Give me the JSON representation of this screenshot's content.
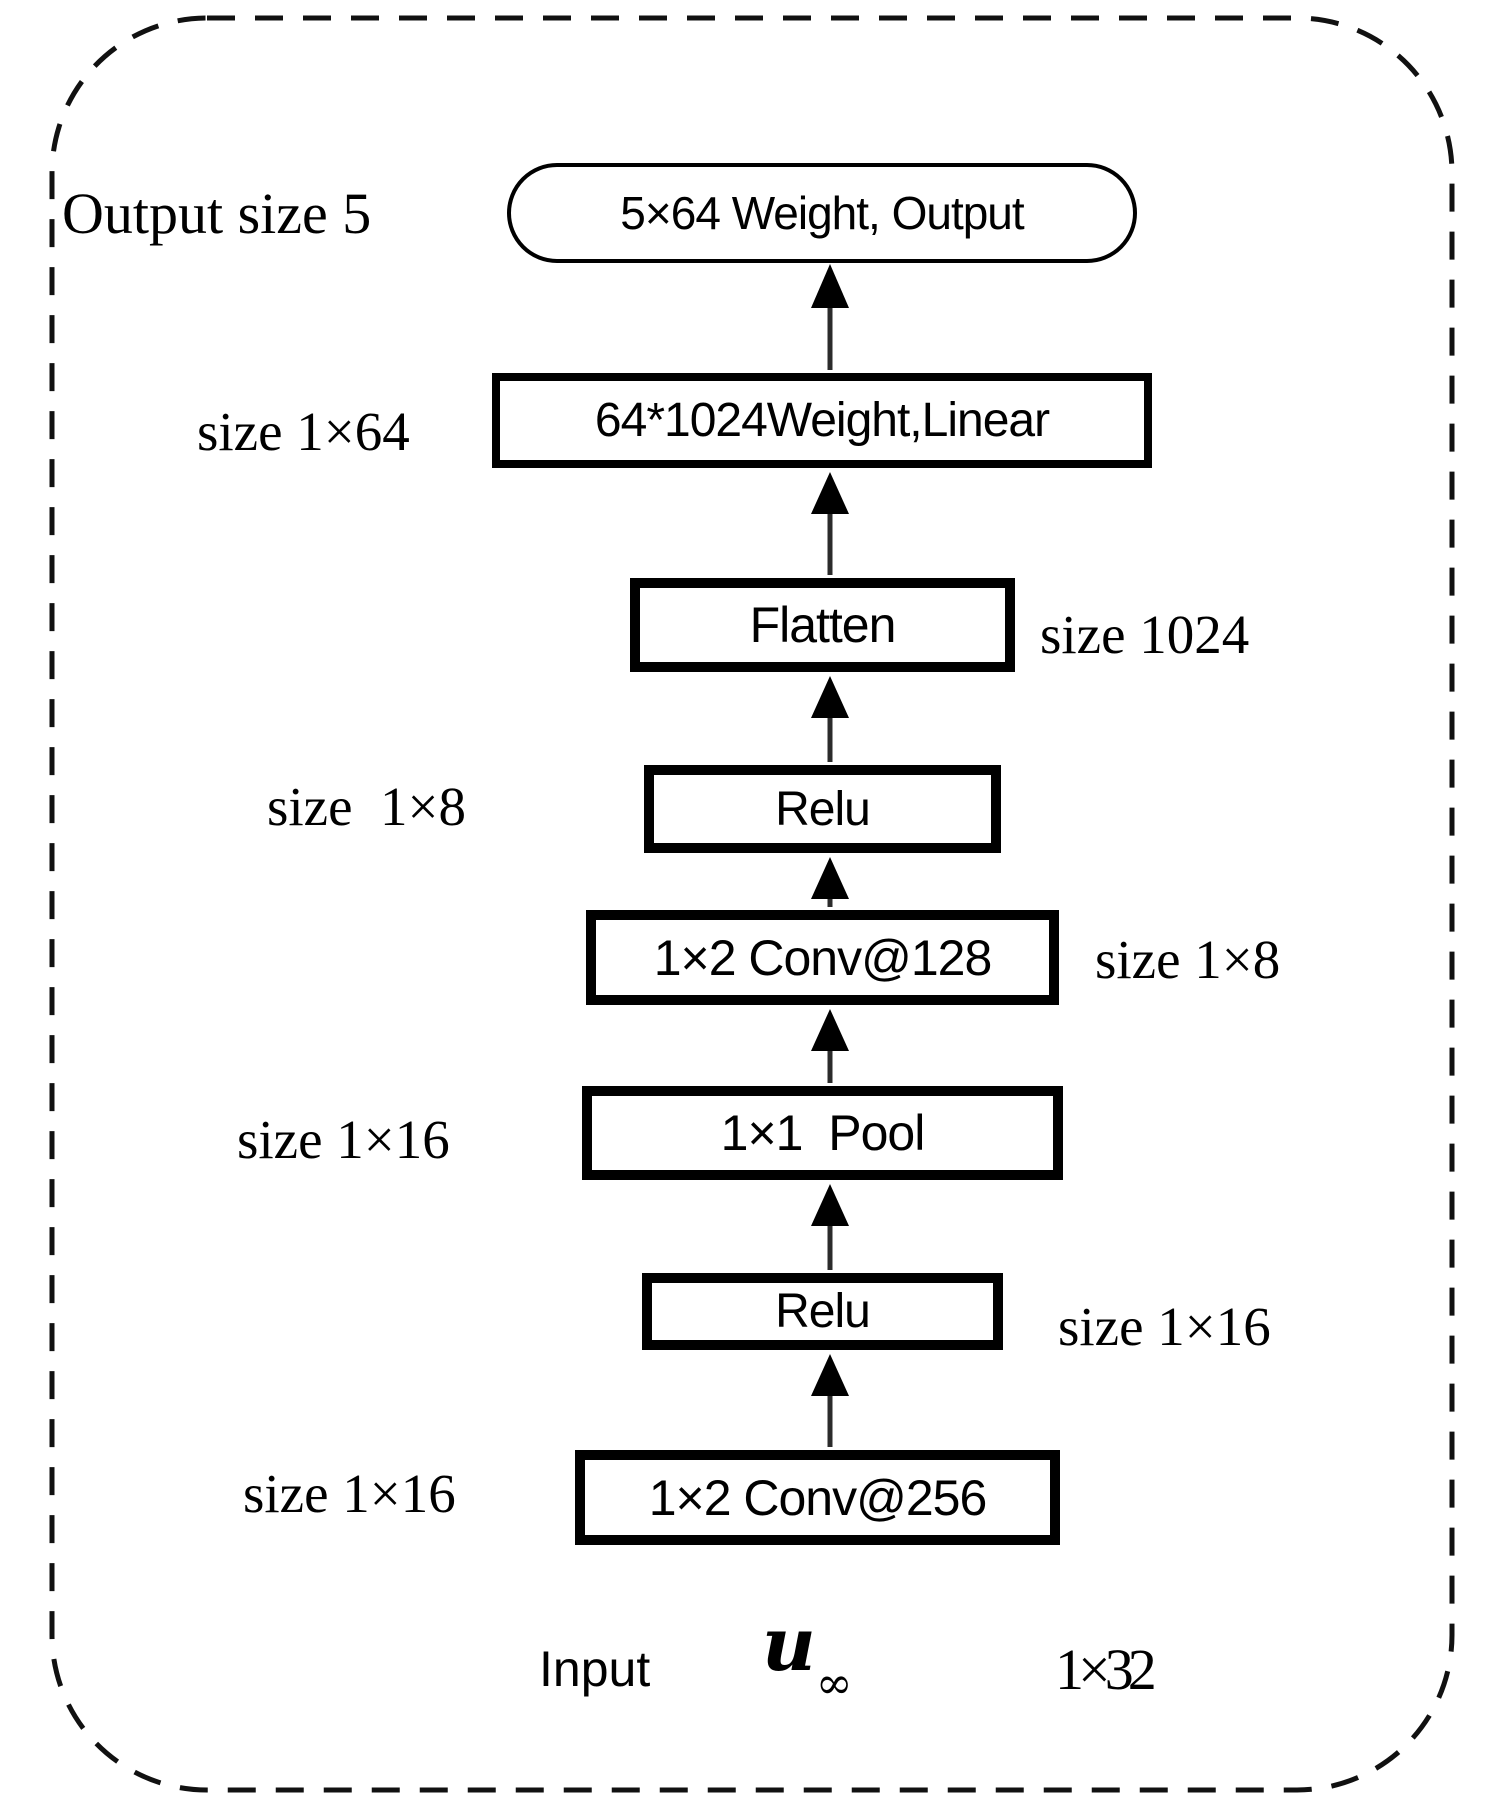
{
  "diagram": {
    "kind": "cnn-architecture-flowchart",
    "colors": {
      "stroke": "#000000",
      "background": "#ffffff"
    },
    "output_size_label": "Output size 5",
    "layers": [
      {
        "id": "output",
        "shape": "oval",
        "label": "5×64 Weight, Output",
        "side_label": "",
        "side": "none"
      },
      {
        "id": "linear",
        "shape": "rect",
        "label": "64*1024Weight,Linear",
        "side_label": "size 1×64",
        "side": "left"
      },
      {
        "id": "flatten",
        "shape": "rect",
        "label": "Flatten",
        "side_label": "size 1024",
        "side": "right"
      },
      {
        "id": "relu1",
        "shape": "rect",
        "label": "Relu",
        "side_label": "size  1×8",
        "side": "left"
      },
      {
        "id": "conv128",
        "shape": "rect",
        "label": "1×2 Conv@128",
        "side_label": "size 1×8",
        "side": "right"
      },
      {
        "id": "pool",
        "shape": "rect",
        "label": "1×1  Pool",
        "side_label": "size 1×16",
        "side": "left"
      },
      {
        "id": "relu2",
        "shape": "rect",
        "label": "Relu",
        "side_label": "size 1×16",
        "side": "right"
      },
      {
        "id": "conv256",
        "shape": "rect",
        "label": "1×2 Conv@256",
        "side_label": "size 1×16",
        "side": "left"
      }
    ],
    "input": {
      "label": "Input",
      "symbol": "u",
      "subscript": "∞",
      "size": "1×32"
    }
  }
}
